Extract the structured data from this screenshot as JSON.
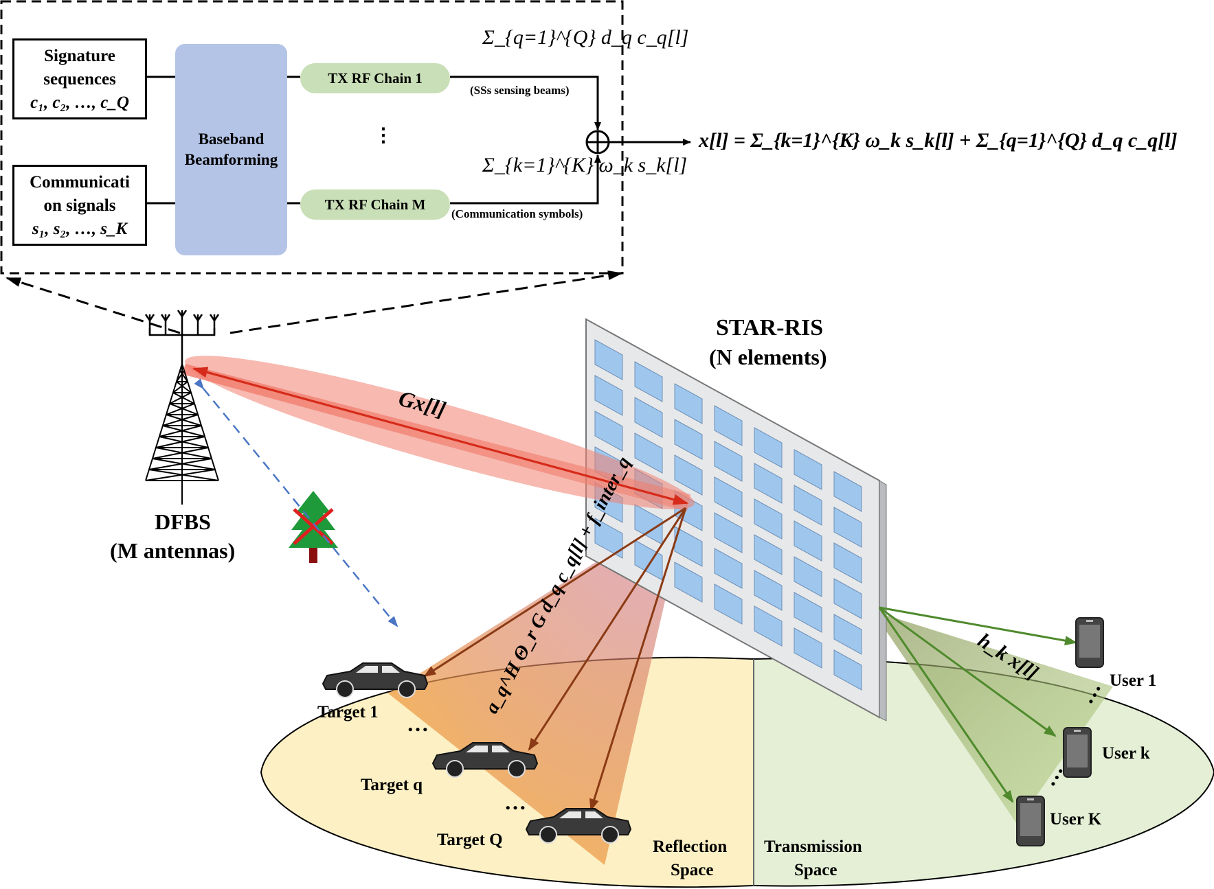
{
  "block": {
    "sig_line1": "Signature",
    "sig_line2": "sequences",
    "sig_vars": "c₁, c₂, …, c_Q",
    "com_line1": "Communicati",
    "com_line2": "on signals",
    "com_vars": "s₁, s₂, …, s_K",
    "baseband": "Baseband Beamforming",
    "rf1": "TX RF Chain 1",
    "rfm": "TX RF Chain M",
    "dots": "⋮",
    "sum_sensing": "Σ_{q=1}^{Q} d_q c_q[l]",
    "sensing_caption": "(SSs sensing beams)",
    "sum_comm": "Σ_{k=1}^{K} ω_k s_k[l]",
    "comm_caption": "(Communication symbols)",
    "output_eq": "x[l] = Σ_{k=1}^{K} ω_k s_k[l] + Σ_{q=1}^{Q} d_q c_q[l]"
  },
  "labels": {
    "dfbs_line1": "DFBS",
    "dfbs_line2": "(M antennas)",
    "ris_line1": "STAR-RIS",
    "ris_line2": "(N elements)",
    "gx": "Gx[l]",
    "echo": "a_q^H Θ_r G d_q c_q[l] + f_inter_q",
    "hx": "h_k x[l]",
    "target1": "Target 1",
    "targetq": "Target q",
    "targetQ": "Target Q",
    "user1": "User 1",
    "userk": "User k",
    "userK": "User K",
    "reflection_line1": "Reflection",
    "reflection_line2": "Space",
    "transmission_line1": "Transmission",
    "transmission_line2": "Space",
    "ellipsis": "…"
  },
  "colors": {
    "baseband": "#b4c4e6",
    "rf_chain": "#c9dfb7",
    "tx_beam": "#f08070",
    "tx_arrow": "#d62b1a",
    "echo_beam": "#e8a080",
    "echo_arrow": "#8a3a14",
    "reflection_space": "#fdf0c4",
    "transmission_space": "#e4efd6",
    "user_arrow": "#4f8a2c",
    "ris_cell": "#9fc7ee",
    "ris_panel": "#e7e8ea",
    "blocked_link": "#4a76c4",
    "tree": "#1f9a3a",
    "block_x": "#e02020"
  },
  "icons": [
    "antenna-icon",
    "tower-icon",
    "tree-icon",
    "blocked-x-icon",
    "car-icon",
    "phone-icon",
    "adder-icon"
  ]
}
